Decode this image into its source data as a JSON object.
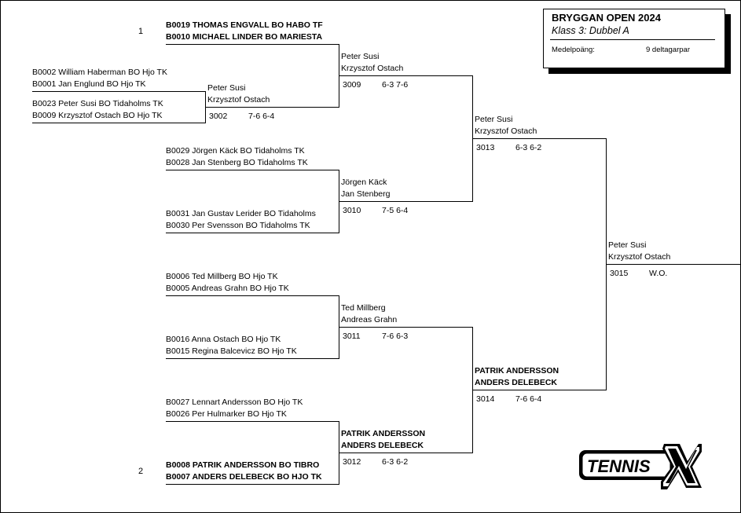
{
  "info": {
    "title": "BRYGGAN OPEN 2024",
    "subtitle": "Klass 3: Dubbel A",
    "avg_label": "Medelpoäng:",
    "participants": "9 deltagarpar"
  },
  "seeds": {
    "top": "1",
    "bottom": "2"
  },
  "round1": {
    "m3002_a": [
      "B0002 William Haberman BO Hjo TK",
      "B0001 Jan Englund BO Hjo TK"
    ],
    "m3002_b": [
      "B0023 Peter Susi BO Tidaholms TK",
      "B0009 Krzysztof Ostach BO Hjo TK"
    ]
  },
  "round2": {
    "seed1": [
      "B0019 THOMAS ENGVALL BO HABO TF",
      "B0010 MICHAEL LINDER BO MARIESTA"
    ],
    "m3010_a": [
      "B0029 Jörgen Käck BO Tidaholms TK",
      "B0028 Jan Stenberg BO Tidaholms TK"
    ],
    "m3010_b": [
      "B0031 Jan Gustav Lerider BO Tidaholms",
      "B0030 Per Svensson BO Tidaholms TK"
    ],
    "m3011_a": [
      "B0006 Ted Millberg BO Hjo TK",
      "B0005 Andreas Grahn BO Hjo TK"
    ],
    "m3011_b": [
      "B0016 Anna Ostach BO Hjo TK",
      "B0015 Regina Balcevicz BO Hjo TK"
    ],
    "m3012_a": [
      "B0027 Lennart Andersson BO Hjo TK",
      "B0026 Per Hulmarker BO Hjo TK"
    ],
    "seed2": [
      "B0008 PATRIK ANDERSSON BO TIBRO",
      "B0007 ANDERS DELEBECK BO HJO TK"
    ]
  },
  "results": {
    "m3002": {
      "names": [
        "Peter Susi",
        "Krzysztof Ostach"
      ],
      "id": "3002",
      "score": "7-6 6-4"
    },
    "m3009": {
      "names": [
        "Peter Susi",
        "Krzysztof Ostach"
      ],
      "id": "3009",
      "score": "6-3 7-6"
    },
    "m3010": {
      "names": [
        "Jörgen Käck",
        "Jan Stenberg"
      ],
      "id": "3010",
      "score": "7-5 6-4"
    },
    "m3011": {
      "names": [
        "Ted Millberg",
        "Andreas Grahn"
      ],
      "id": "3011",
      "score": "7-6 6-3"
    },
    "m3012": {
      "names": [
        "PATRIK ANDERSSON",
        "ANDERS DELEBECK"
      ],
      "id": "3012",
      "score": "6-3 6-2"
    },
    "m3013": {
      "names": [
        "Peter Susi",
        "Krzysztof Ostach"
      ],
      "id": "3013",
      "score": "6-3 6-2"
    },
    "m3014": {
      "names": [
        "PATRIK ANDERSSON",
        "ANDERS DELEBECK"
      ],
      "id": "3014",
      "score": "7-6 6-4"
    },
    "m3015": {
      "names": [
        "Peter Susi",
        "Krzysztof Ostach"
      ],
      "id": "3015",
      "score": "W.O."
    }
  },
  "logo": {
    "text": "TENNIS",
    "mark": "X"
  },
  "colors": {
    "line": "#000000",
    "background": "#ffffff"
  }
}
